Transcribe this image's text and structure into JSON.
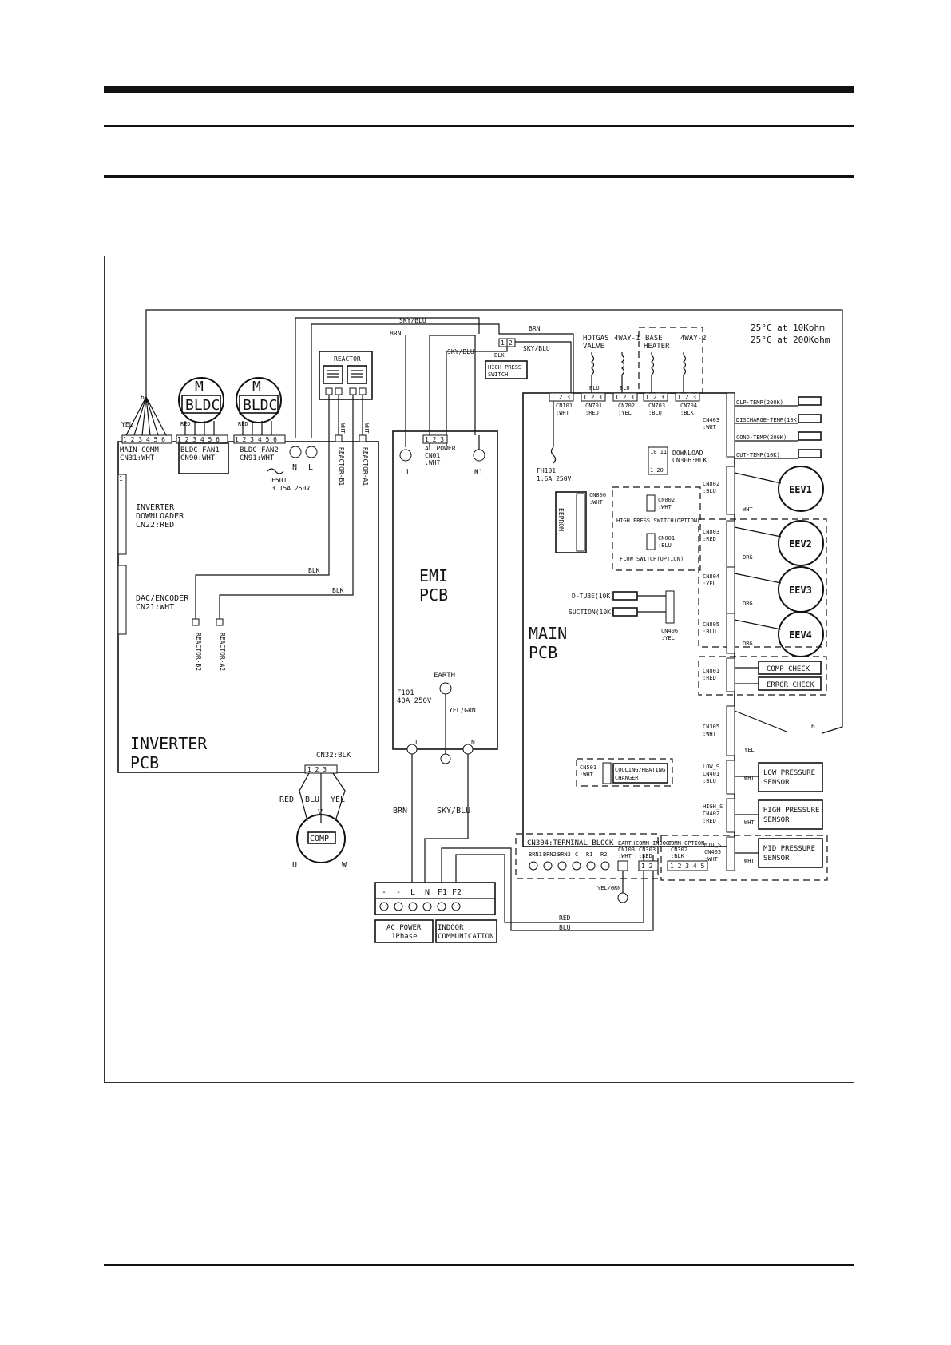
{
  "notes": {
    "temp1": "25°C at 10Kohm",
    "temp2": "25°C at 200Kohm"
  },
  "boards": {
    "inverter": {
      "line1": "INVERTER",
      "line2": "PCB"
    },
    "emi": {
      "line1": "EMI",
      "line2": "PCB"
    },
    "main": {
      "line1": "MAIN",
      "line2": "PCB"
    }
  },
  "motors": {
    "fan1": {
      "m": "M",
      "label": "BLDC",
      "conn_a": "BLDC FAN1",
      "conn_b": "CN90:WHT",
      "wire": "RED"
    },
    "fan2": {
      "m": "M",
      "label": "BLDC",
      "conn_a": "BLDC FAN2",
      "conn_b": "CN91:WHT",
      "wire": "RED"
    }
  },
  "inverter_conn": {
    "main_comm_a": "MAIN COMM",
    "main_comm_b": "CN31:WHT",
    "yel": "YEL",
    "six": "6",
    "downloader_a": "INVERTER",
    "downloader_b": "DOWNLOADER",
    "downloader_c": "CN22:RED",
    "dac_a": "DAC/ENCODER",
    "dac_b": "CN21:WHT",
    "f501_a": "F501",
    "f501_b": "3.15A 250V",
    "n": "N",
    "l": "L",
    "reactor_b1": "REACTOR-B1",
    "reactor_a1": "REACTOR-A1",
    "reactor_b2": "REACTOR-B2",
    "reactor_a2": "REACTOR-A2",
    "wht": "WHT",
    "blk": "BLK",
    "cn32": "CN32:BLK"
  },
  "reactor": {
    "title": "REACTOR"
  },
  "comp": {
    "label": "COMP",
    "u": "U",
    "v": "V",
    "w": "W",
    "red": "RED",
    "blu": "BLU",
    "yel": "YEL"
  },
  "emi_conn": {
    "ac_a": "AC POWER",
    "ac_b": "CN01",
    "ac_c": ":WHT",
    "l1": "L1",
    "n1": "N1",
    "earth": "EARTH",
    "f101_a": "F101",
    "f101_b": "40A 250V",
    "yelgrn": "YEL/GRN",
    "l": "L",
    "n": "N"
  },
  "wires": {
    "sky_blu": "SKY/BLU",
    "brn": "BRN",
    "blk": "BLK",
    "red": "RED",
    "blu": "BLU"
  },
  "high_press_switch": {
    "a": "HIGH PRESS",
    "b": "SWITCH"
  },
  "valves": {
    "hotgas_a": "HOTGAS",
    "hotgas_b": "VALVE",
    "way1": "4WAY-1",
    "heater_a": "BASE",
    "heater_b": "HEATER",
    "way2": "4WAY-2",
    "blu": "BLU",
    "blu2": "BLU"
  },
  "main_conn": {
    "cn101_a": "CN101",
    "cn101_b": ":WHT",
    "cn701_a": "CN701",
    "cn701_b": ":RED",
    "cn702_a": "CN702",
    "cn702_b": ":YEL",
    "cn703_a": "CN703",
    "cn703_b": ":BLU",
    "cn704_a": "CN704",
    "cn704_b": ":BLK",
    "cn403_a": "CN403",
    "cn403_b": ":WHT",
    "fh101_a": "FH101",
    "fh101_b": "1.6A 250V",
    "download_a": "DOWNLOAD",
    "download_b": "CN306:BLK",
    "cn806_a": "CN806",
    "cn806_b": ":WHT",
    "eeprom": "EEPROM",
    "cn002_a": "CN002",
    "cn002_b": ":WHT",
    "hps_opt": "HIGH PRESS SWITCH(OPTION)",
    "cn001_a": "CN001",
    "cn001_b": ":BLU",
    "flow_opt": "FLOW SWITCH(OPTION)",
    "dtube": "D-TUBE(10K)",
    "suction": "SUCTION(10K)",
    "cn406_a": "CN406",
    "cn406_b": ":YEL",
    "cn802_a": "CN802",
    "cn802_b": ":BLU",
    "cn803_a": "CN803",
    "cn803_b": ":RED",
    "cn804_a": "CN804",
    "cn804_b": ":YEL",
    "cn805_a": "CN805",
    "cn805_b": ":BLU",
    "cn801_a": "CN801",
    "cn801_b": ":RED",
    "cn305_a": "CN305",
    "cn305_b": ":WHT",
    "cn501_a": "CN501",
    "cn501_b": ":WHT",
    "cooling_a": "COOLING/HEATING",
    "cooling_b": "CHANGER",
    "low_a": "LOW_S",
    "low_b": "CN401",
    "low_c": ":BLU",
    "high_a": "HIGH_S",
    "high_b": "CN402",
    "high_c": ":RED",
    "mid_a": "MID_S",
    "mid_b": "CN405",
    "mid_c": ":WHT",
    "wht": "WHT",
    "org": "ORG",
    "yel": "YEL",
    "six": "6",
    "cn304": "CN304:TERMINAL BLOCK",
    "earth_a": "EARTH",
    "earth_b": "CN103",
    "earth_c": ":WHT",
    "comm_in_a": "COMM-INDOOR",
    "comm_in_b": "CN303",
    "comm_in_c": ":RED",
    "comm_opt_a": "COMM-OPTION",
    "comm_opt_b": "CN302",
    "comm_opt_c": ":BLK",
    "yelgrn": "YEL/GRN"
  },
  "sensors": {
    "olp": "OLP-TEMP(200K)",
    "discharge": "DISCHARGE-TEMP(10K)",
    "cond": "COND-TEMP(200K)",
    "out": "OUT-TEMP(10K)"
  },
  "eev": {
    "e1": "EEV1",
    "e2": "EEV2",
    "e3": "EEV3",
    "e4": "EEV4"
  },
  "checks": {
    "comp": "COMP CHECK",
    "error": "ERROR CHECK"
  },
  "pressure": {
    "low_a": "LOW PRESSURE",
    "low_b": "SENSOR",
    "high_a": "HIGH PRESSURE",
    "high_b": "SENSOR",
    "mid_a": "MID PRESSURE",
    "mid_b": "SENSOR"
  },
  "terminal": {
    "brn1": "BRN1",
    "brn2": "BRN2",
    "brn3": "BRN3",
    "c": "C",
    "r1": "R1",
    "r2": "R2"
  },
  "power_block": {
    "labels": [
      "-",
      "-",
      "L",
      "N",
      "F1",
      "F2"
    ],
    "ac_a": "AC POWER",
    "ac_b": "1Phase",
    "indoor_a": "INDOOR",
    "indoor_b": "COMMUNICATION"
  }
}
